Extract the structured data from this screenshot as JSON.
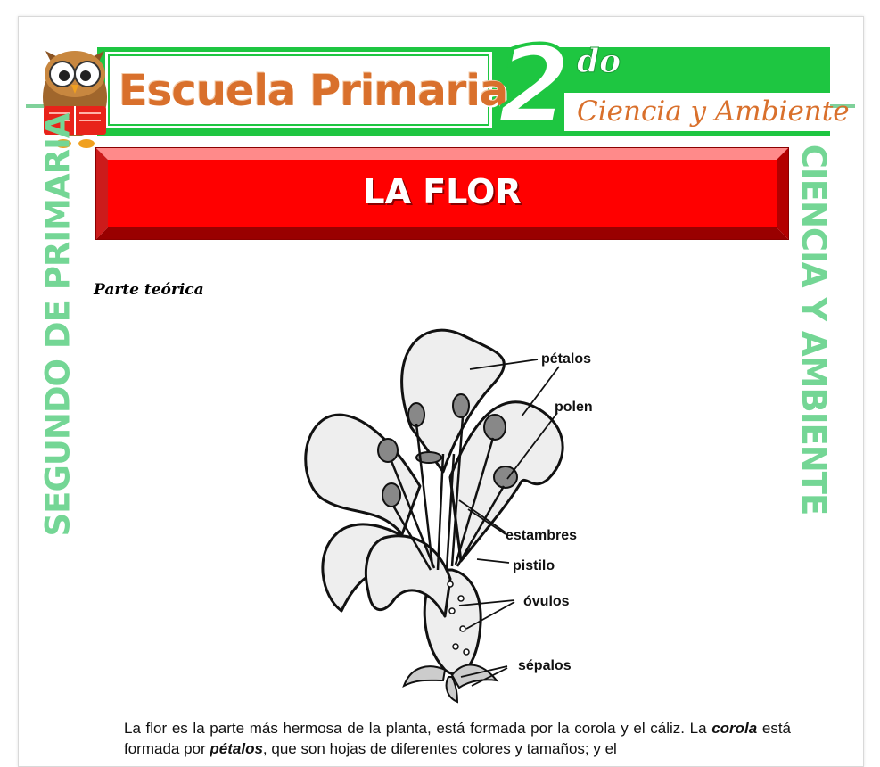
{
  "header": {
    "school_name": "Escuela Primaria",
    "grade_number": "2",
    "grade_suffix": "do",
    "subject": "Ciencia y Ambiente"
  },
  "banner": {
    "title": "LA FLOR"
  },
  "side_text": {
    "left": "SEGUNDO DE PRIMARIA",
    "right": "CIENCIA Y AMBIENTE"
  },
  "section": {
    "label": "Parte teórica"
  },
  "diagram": {
    "labels": {
      "petalos": "pétalos",
      "polen": "polen",
      "estambres": "estambres",
      "pistilo": "pistilo",
      "ovulos": "óvulos",
      "sepalos": "sépalos"
    }
  },
  "body": {
    "p1_a": "La flor es la parte más hermosa de la planta, está formada por la corola y el cáliz. La ",
    "p1_corola": "corola",
    "p1_b": " está formada por ",
    "p1_petalos": "pétalos",
    "p1_c": ", que son hojas de diferentes colores y tamaños; y el"
  },
  "colors": {
    "green": "#1ec641",
    "light_green": "#74d695",
    "orange": "#d9702c",
    "red": "#ff0000"
  }
}
